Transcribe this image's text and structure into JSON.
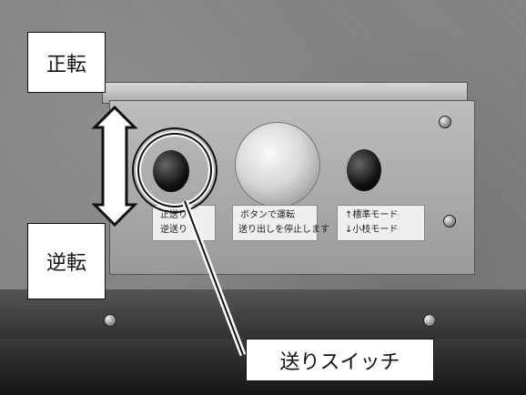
{
  "callouts": {
    "forward": "正転",
    "reverse": "逆転",
    "feed_switch": "送りスイッチ"
  },
  "plates": {
    "left": {
      "line1": "正送り",
      "line2": "逆送り"
    },
    "center": {
      "line1": "ボタンで運転",
      "line2": "送り出しを停止します"
    },
    "right": {
      "line1": "↑標準モード",
      "line2": "↓小枝モード"
    }
  },
  "icons": {
    "direction_arrow": "double-vertical-arrow",
    "highlight_ring": "double-circle"
  }
}
